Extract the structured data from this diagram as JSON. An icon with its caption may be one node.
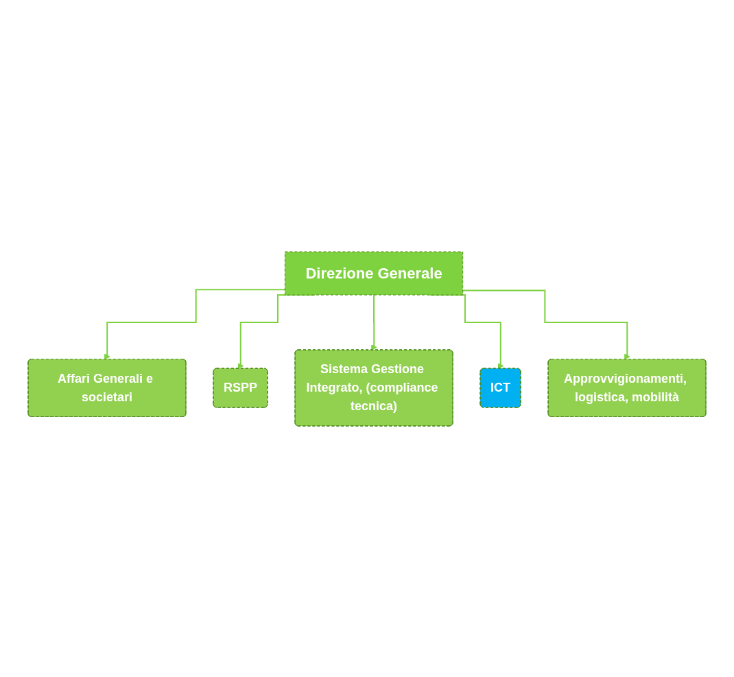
{
  "diagram": {
    "nodes": [
      {
        "text": [
          "Direzione Generale"
        ]
      },
      {
        "text": [
          "Affari Generali e societari"
        ]
      },
      {
        "text": [
          "RSPP"
        ]
      },
      {
        "text": [
          "Sistema Gestione Integrato, (compliance tecnica)"
        ]
      },
      {
        "text": [
          "ICT"
        ]
      },
      {
        "text": [
          "Approvvigionamenti, logistica, mobilità"
        ]
      }
    ],
    "edges": [
      {
        "from": 0,
        "to": 1,
        "arrow": "to"
      },
      {
        "from": 0,
        "to": 2,
        "arrow": "to"
      },
      {
        "from": 0,
        "to": 3,
        "arrow": "to"
      },
      {
        "from": 0,
        "to": 4,
        "arrow": "to"
      },
      {
        "from": 0,
        "to": 5,
        "arrow": "to"
      }
    ]
  }
}
